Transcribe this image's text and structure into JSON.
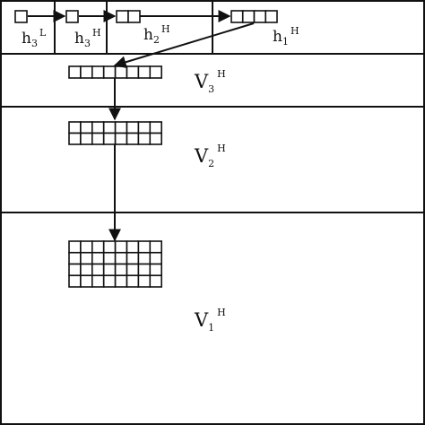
{
  "header_labels": {
    "h3L": {
      "base": "h",
      "sub": "3",
      "sup": "L"
    },
    "h3H": {
      "base": "h",
      "sub": "3",
      "sup": "H"
    },
    "h2H": {
      "base": "h",
      "sub": "2",
      "sup": "H"
    },
    "h1H": {
      "base": "h",
      "sub": "1",
      "sup": "H"
    }
  },
  "row_labels": {
    "V3H": {
      "base": "V",
      "sub": "3",
      "sup": "H"
    },
    "V2H": {
      "base": "V",
      "sub": "2",
      "sup": "H"
    },
    "V1H": {
      "base": "V",
      "sub": "1",
      "sup": "H"
    }
  },
  "blocks": {
    "h3L": {
      "rows": 1,
      "cols": 1
    },
    "h3H": {
      "rows": 1,
      "cols": 1
    },
    "h2H": {
      "rows": 1,
      "cols": 2
    },
    "h1H": {
      "rows": 1,
      "cols": 4
    },
    "V3H": {
      "rows": 1,
      "cols": 8
    },
    "V2H": {
      "rows": 2,
      "cols": 8
    },
    "V1H": {
      "rows": 4,
      "cols": 8
    }
  }
}
